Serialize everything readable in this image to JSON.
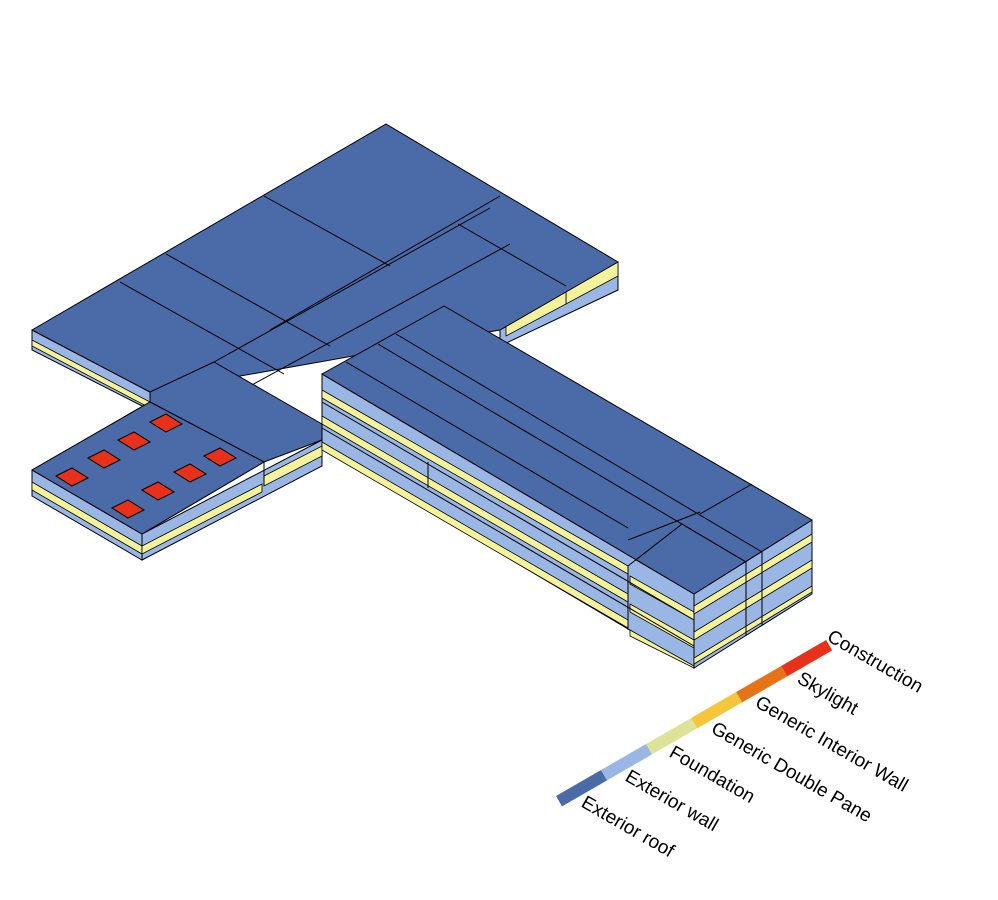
{
  "colors": {
    "exterior_roof": "#4a6aa8",
    "exterior_wall": "#9ab6e4",
    "foundation": "#dde49a",
    "generic_double_pane": "#f4f29a",
    "generic_interior_wall": "#f5c63c",
    "skylight": "#e67318",
    "construction": "#e8311a",
    "edge": "#000000"
  },
  "legend": {
    "items": [
      {
        "label": "Exterior roof",
        "color": "#4a6aa8"
      },
      {
        "label": "Exterior wall",
        "color": "#9ab6e4"
      },
      {
        "label": "Foundation",
        "color": "#dde49a"
      },
      {
        "label": "Generic Double Pane",
        "color": "#f5c63c"
      },
      {
        "label": "Generic Interior Wall",
        "color": "#e67318"
      },
      {
        "label": "Skylight",
        "color": "#e8311a"
      },
      {
        "label": "Construction",
        "color": "#e8311a"
      }
    ]
  },
  "building": {
    "skylight_count": 8
  }
}
